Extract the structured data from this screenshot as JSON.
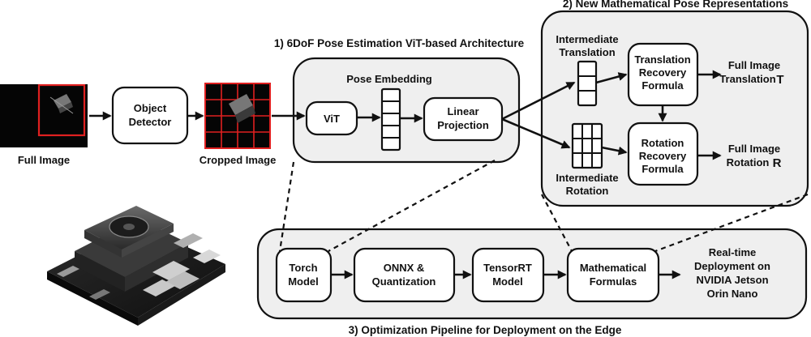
{
  "titles": {
    "arch": "1) 6DoF Pose Estimation ViT-based Architecture",
    "repr": "2) New Mathematical Pose Representations",
    "pipeline": "3) Optimization Pipeline for Deployment on the Edge"
  },
  "inputs": {
    "full_image": "Full Image",
    "cropped_image": "Cropped Image"
  },
  "nodes": {
    "object_detector": [
      "Object",
      "Detector"
    ],
    "pose_embedding": "Pose Embedding",
    "vit": "ViT",
    "linear_projection": [
      "Linear",
      "Projection"
    ],
    "translation_recovery": [
      "Translation",
      "Recovery",
      "Formula"
    ],
    "rotation_recovery": [
      "Rotation",
      "Recovery",
      "Formula"
    ],
    "intermediate_translation": [
      "Intermediate",
      "Translation"
    ],
    "intermediate_rotation": [
      "Intermediate",
      "Rotation"
    ],
    "torch_model": [
      "Torch",
      "Model"
    ],
    "onnx": [
      "ONNX &",
      "Quantization"
    ],
    "tensorrt": [
      "TensorRT",
      "Model"
    ],
    "math_formulas": [
      "Mathematical",
      "Formulas"
    ]
  },
  "outputs": {
    "translation": [
      "Full Image",
      "Translation"
    ],
    "translation_symbol": "T",
    "rotation": [
      "Full Image",
      "Rotation"
    ],
    "rotation_symbol": "R",
    "deployment": [
      "Real-time",
      "Deployment on",
      "NVIDIA Jetson",
      "Orin Nano"
    ]
  },
  "colors": {
    "crop_box": "#e02020",
    "group_fill": "#efefef",
    "line": "#111111"
  },
  "icons": {
    "device": "jetson-orin-nano-board"
  }
}
